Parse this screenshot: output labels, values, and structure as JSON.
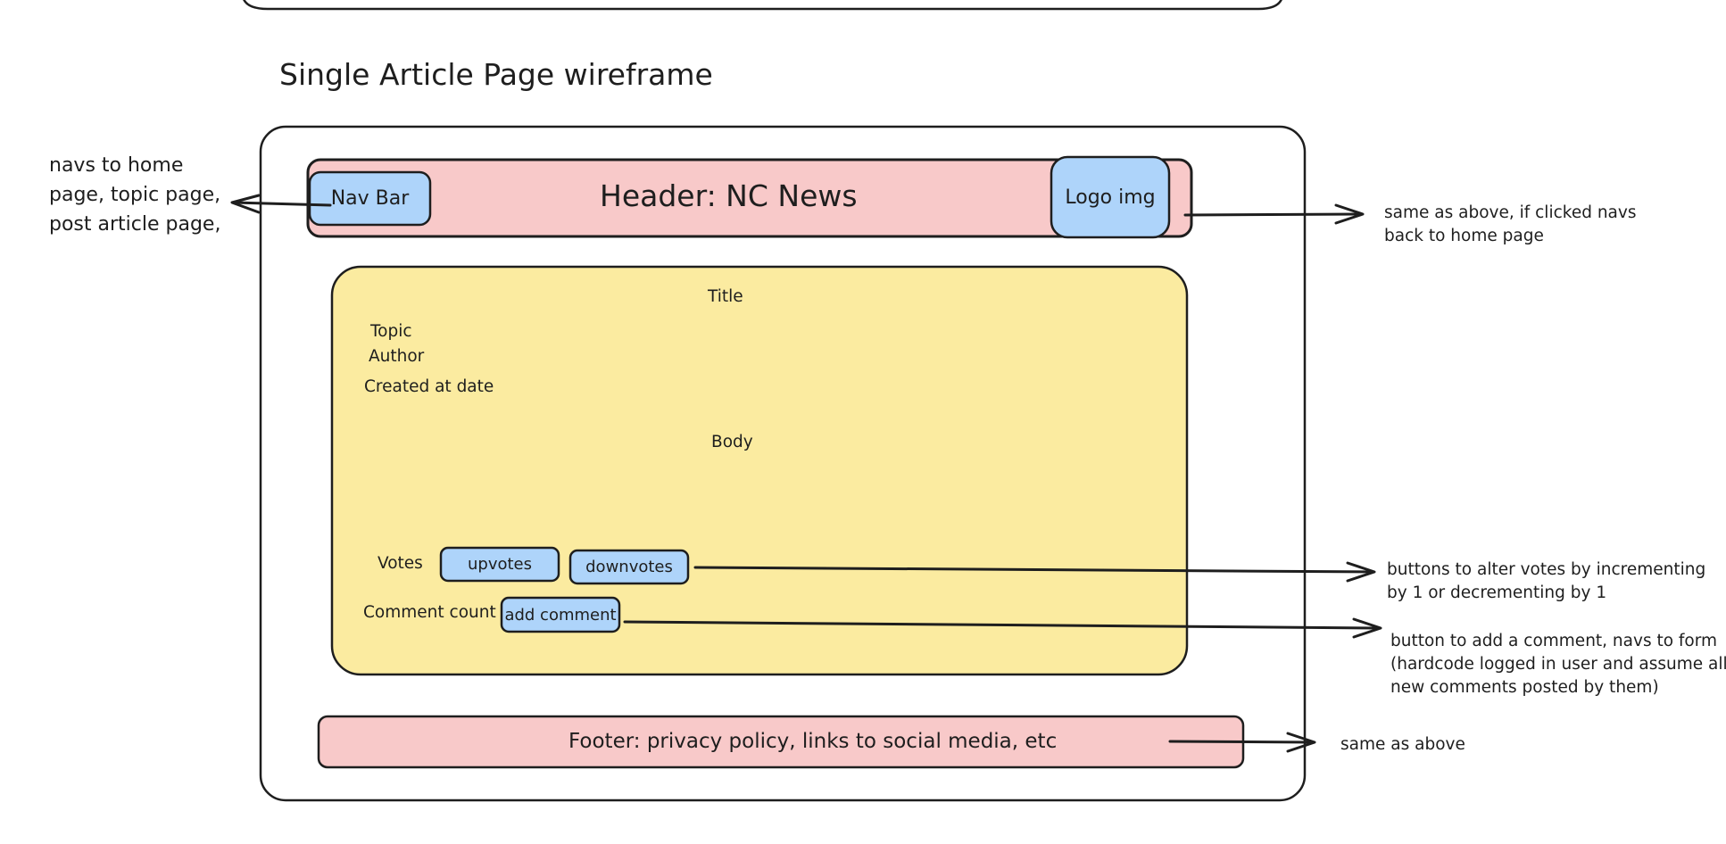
{
  "title": "Single Article Page wireframe",
  "header": {
    "nav_label": "Nav Bar",
    "title": "Header: NC News",
    "logo_label": "Logo img"
  },
  "article": {
    "title": "Title",
    "topic": "Topic",
    "author": "Author",
    "created": "Created at date",
    "body": "Body",
    "votes_label": "Votes",
    "upvotes": "upvotes",
    "downvotes": "downvotes",
    "comment_count": "Comment count",
    "add_comment": "add comment"
  },
  "footer": {
    "label": "Footer: privacy policy, links to social media, etc"
  },
  "notes": {
    "nav": [
      "navs to home",
      "page, topic page,",
      "post article page,"
    ],
    "logo": [
      "same as above, if clicked navs",
      "back to home page"
    ],
    "votes": [
      "buttons to alter votes by incrementing",
      "by 1 or decrementing by 1"
    ],
    "comment": [
      "button to add a comment, navs to form",
      "(hardcode logged in user and assume all",
      "new comments posted by them)"
    ],
    "footer": "same as above"
  },
  "colors": {
    "header_fill": "#f8c9c9",
    "article_fill": "#fbeba0",
    "button_fill": "#aed4fa",
    "stroke": "#1e1e1e"
  }
}
